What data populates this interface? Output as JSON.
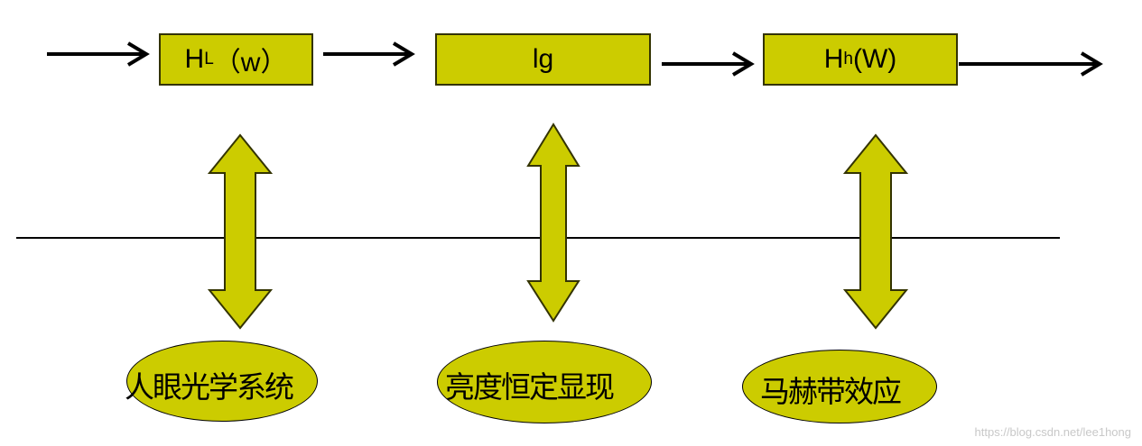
{
  "boxes": [
    {
      "main": "H",
      "sub": "L",
      "tail": "（w）"
    },
    {
      "main": "lg",
      "sub": "",
      "tail": ""
    },
    {
      "main": "H",
      "sub": "h",
      "tail": "(W)"
    }
  ],
  "ellipses": [
    "人眼光学系统",
    "亮度恒定显现",
    "马赫带效应"
  ],
  "watermark": "https://blog.csdn.net/lee1hong",
  "colors": {
    "fill": "#cccc00",
    "stroke": "#333300",
    "line": "#000000"
  }
}
